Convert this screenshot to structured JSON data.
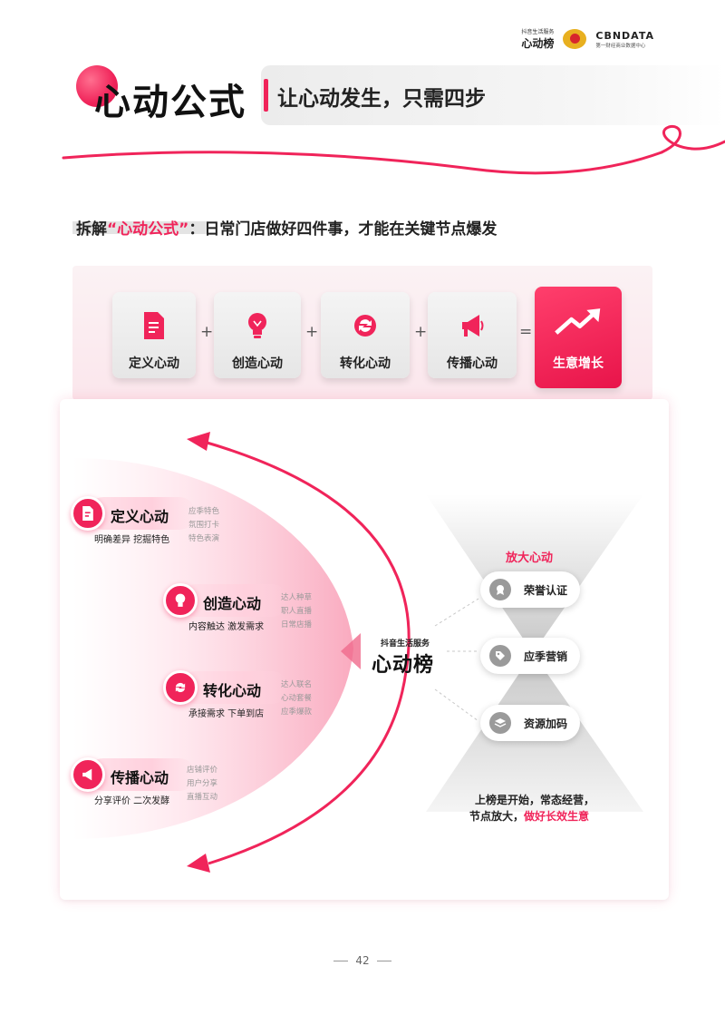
{
  "header": {
    "xdb_small": "抖音生活服务",
    "xdb_large": "心动榜",
    "cbn_name": "CBNDATA",
    "cbn_sub": "第一财经商业数据中心"
  },
  "title": {
    "main": "心动公式",
    "subtitle": "让心动发生，只需四步"
  },
  "heading": {
    "prefix": "拆解",
    "highlight": "“心动公式”",
    "suffix": "：日常门店做好四件事，才能在关键节点爆发"
  },
  "formula": {
    "items": [
      {
        "label": "定义心动",
        "icon": "document-edit-icon"
      },
      {
        "label": "创造心动",
        "icon": "lightbulb-icon"
      },
      {
        "label": "转化心动",
        "icon": "refresh-arrows-icon"
      },
      {
        "label": "传播心动",
        "icon": "megaphone-icon"
      }
    ],
    "plus": "+",
    "equals": "=",
    "result": {
      "label": "生意增长",
      "icon": "trend-up-arrow-icon"
    }
  },
  "steps": [
    {
      "title": "定义心动",
      "subtitle": "明确差异 挖掘特色",
      "tags": [
        "应季特色",
        "氛围打卡",
        "特色表演"
      ]
    },
    {
      "title": "创造心动",
      "subtitle": "内容触达 激发需求",
      "tags": [
        "达人种草",
        "职人直播",
        "日常店播"
      ]
    },
    {
      "title": "转化心动",
      "subtitle": "承接需求 下单到店",
      "tags": [
        "达人联名",
        "心动套餐",
        "应季爆款"
      ]
    },
    {
      "title": "传播心动",
      "subtitle": "分享评价 二次发酵",
      "tags": [
        "店铺评价",
        "用户分享",
        "直播互动"
      ]
    }
  ],
  "center": {
    "brand_top": "抖音生活服务",
    "brand": "心动榜"
  },
  "amplify": {
    "title": "放大心动",
    "items": [
      {
        "label": "荣誉认证",
        "icon": "award-medal-icon"
      },
      {
        "label": "应季营销",
        "icon": "price-tag-icon"
      },
      {
        "label": "资源加码",
        "icon": "stack-layers-icon"
      }
    ]
  },
  "closing": {
    "line1": "上榜是开始，常态经营，",
    "line2_prefix": "节点放大，",
    "line2_highlight": "做好长效生意"
  },
  "page_number": "42",
  "colors": {
    "accent": "#f0245a",
    "soft_pink": "#ffd0dd",
    "gray_card": "#e9e9e9"
  }
}
